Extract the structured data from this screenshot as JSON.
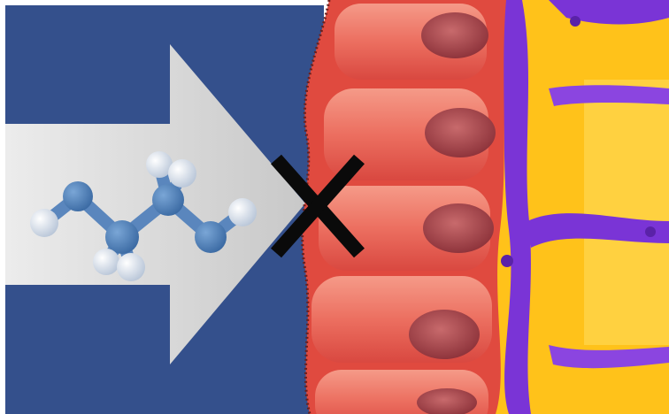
{
  "scene": {
    "elements": [
      "blue-background-panel",
      "gradient-arrow",
      "molecule-ball-and-stick",
      "black-x-block-mark",
      "epithelial-cell-layer",
      "purple-membrane-and-vessels",
      "yellow-tissue"
    ]
  },
  "colors": {
    "panel_blue": "#34508c",
    "arrow_light": "#e6e6e6",
    "arrow_dark": "#c4c4c4",
    "molecule_carbon": "#4f7fb6",
    "molecule_hydrogen": "#eef2f7",
    "cell_red": "#e85a4e",
    "cell_light": "#f38a7a",
    "nucleus": "#9b3c44",
    "membrane_purple": "#7a34d6",
    "tissue_yellow": "#ffc21a",
    "mark_black": "#0a0a0a"
  }
}
